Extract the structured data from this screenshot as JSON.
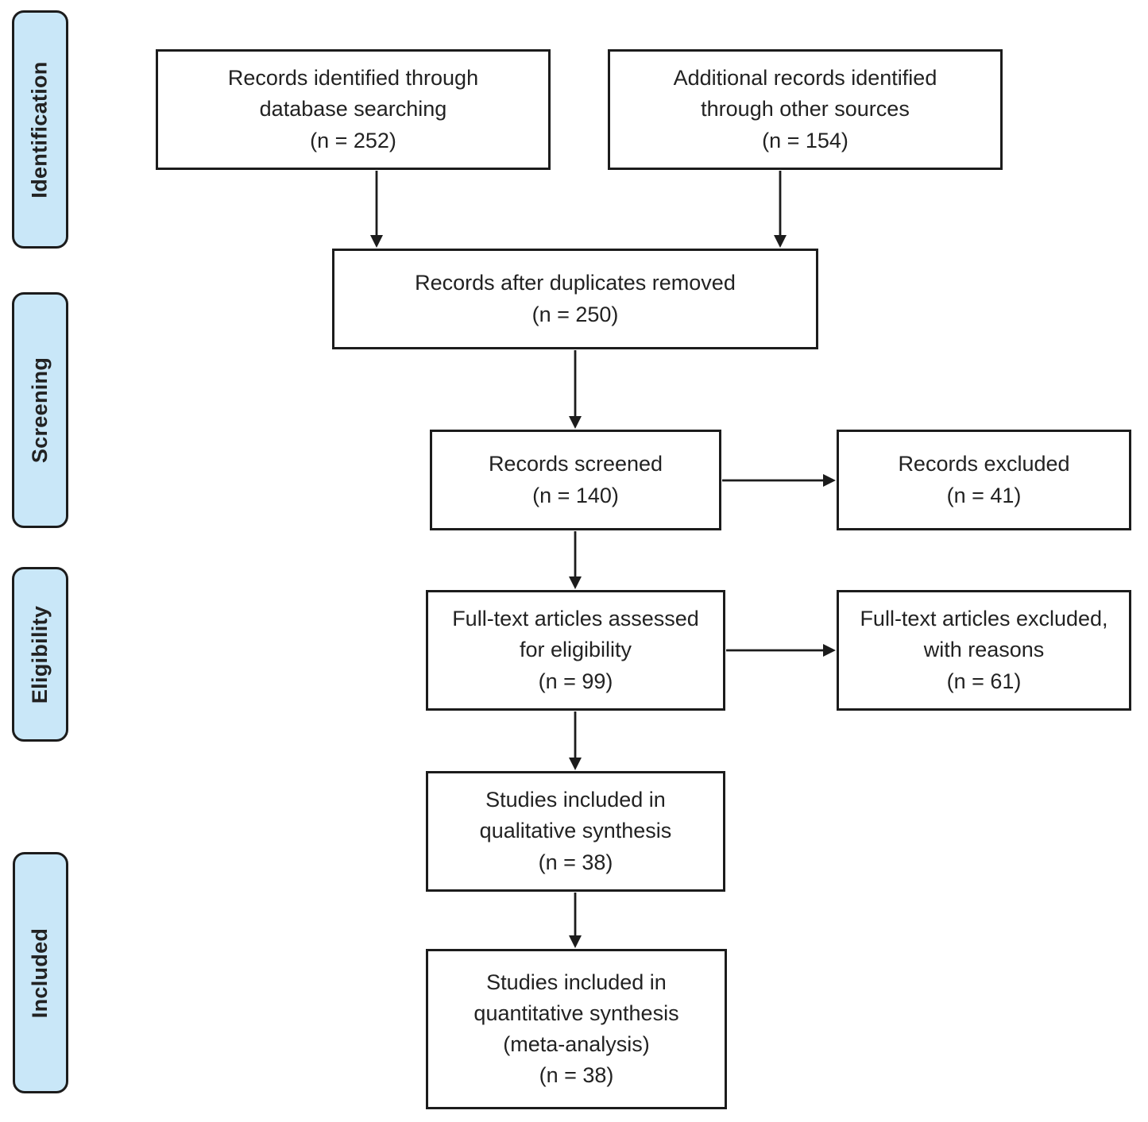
{
  "colors": {
    "phase_fill": "#C9E7F8",
    "line": "#1C1C1C",
    "text": "#222222",
    "background": "#FFFFFF"
  },
  "phases": [
    {
      "label": "Identification"
    },
    {
      "label": "Screening"
    },
    {
      "label": "Eligibility"
    },
    {
      "label": "Included"
    }
  ],
  "boxes": {
    "records_identified": {
      "text": "Records identified through\ndatabase searching\n(n = 252)",
      "n": 252
    },
    "additional_records": {
      "text": "Additional records identified\nthrough other sources\n(n = 154)",
      "n": 154
    },
    "after_duplicates": {
      "text": "Records after duplicates removed\n(n = 250)",
      "n": 250
    },
    "records_screened": {
      "text": "Records screened\n(n = 140)",
      "n": 140
    },
    "records_excluded": {
      "text": "Records excluded\n(n = 41)",
      "n": 41
    },
    "fulltext_assessed": {
      "text": "Full-text articles assessed\nfor eligibility\n(n = 99)",
      "n": 99
    },
    "fulltext_excluded": {
      "text": "Full-text articles excluded,\nwith reasons\n(n = 61)",
      "n": 61
    },
    "qualitative_synthesis": {
      "text": "Studies included in\nqualitative synthesis\n(n = 38)",
      "n": 38
    },
    "quantitative_synthesis": {
      "text": "Studies included in\nquantitative synthesis\n(meta-analysis)\n(n = 38)",
      "n": 38
    }
  }
}
